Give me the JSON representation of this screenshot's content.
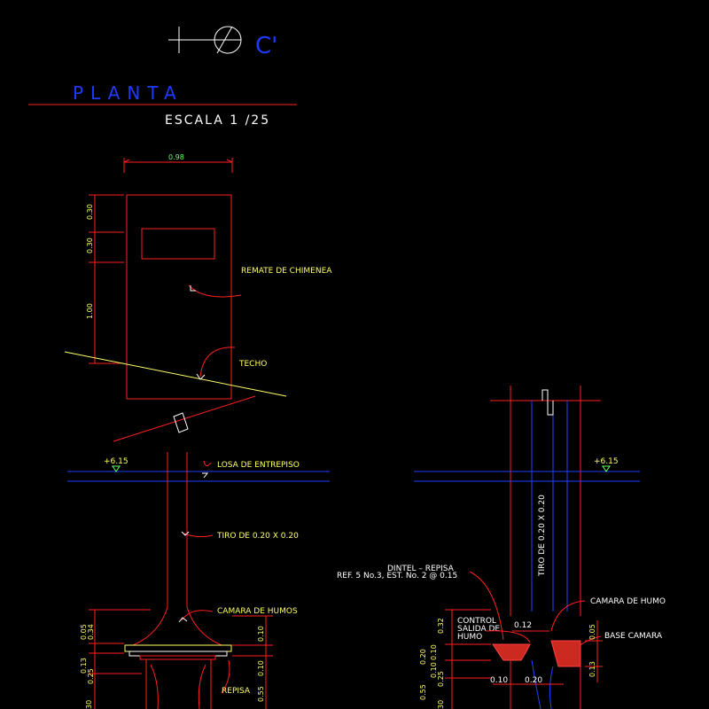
{
  "header": {
    "section_marker": "C'",
    "title": "PLANTA",
    "scale": "ESCALA 1 /25"
  },
  "left_elevation": {
    "dims_top": "0.98",
    "dims_left": [
      "0.30",
      "0.30",
      "1.00"
    ],
    "labels": {
      "remate": "REMATE DE CHIMENEA",
      "techo": "TECHO",
      "losa": "LOSA DE ENTREPISO",
      "tiro": "TIRO DE 0.20 X 0.20",
      "camara": "CAMARA DE HUMOS",
      "repisa": "REPISA"
    },
    "level": "+6.15",
    "dims_bottom_left": [
      "0.05",
      "0.34",
      "0.13",
      "0.25",
      "30"
    ],
    "dims_bottom_right": [
      "0.10",
      "0.10",
      "0.55"
    ]
  },
  "right_section": {
    "level": "+6.15",
    "flue_label": "TIRO DE 0.20 X 0.20",
    "dintel_line1": "DINTEL – REPISA",
    "dintel_line2": "REF. 5 No.3, EST. No. 2 @ 0.15",
    "control_lines": [
      "CONTROL",
      "SALIDA DE",
      "HUMO"
    ],
    "camara": "CAMARA DE HUMO",
    "base": "BASE CAMARA",
    "dim_012": "0.12",
    "dim_010": "0.10",
    "dim_020": "0.20",
    "dims_left": [
      "0.32",
      "0.10",
      "0.20",
      "0.10",
      "0.25",
      "0.55",
      "30"
    ],
    "dims_right": [
      "0.05",
      "0.13"
    ]
  }
}
